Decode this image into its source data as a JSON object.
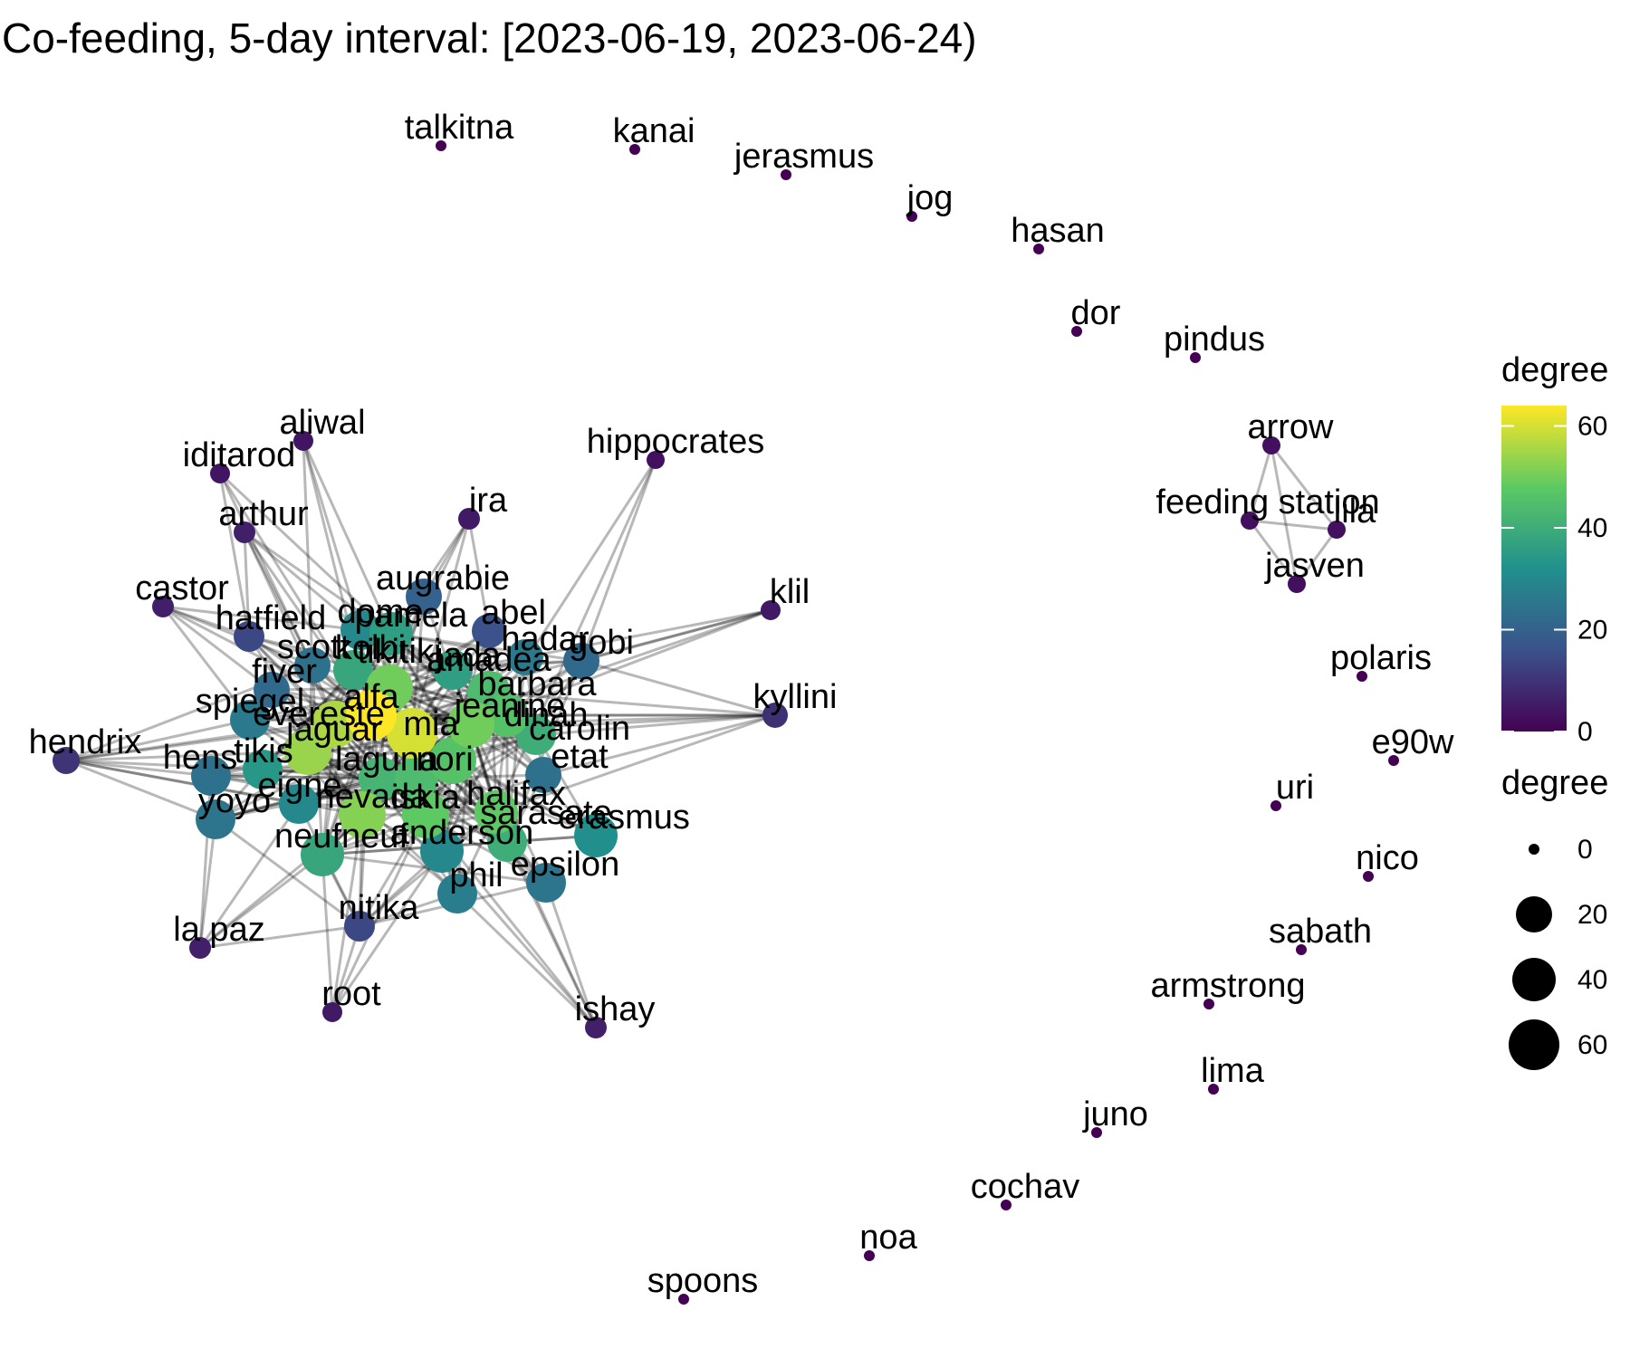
{
  "title": "Co-feeding, 5-day interval: [2023-06-19, 2023-06-24)",
  "legend": {
    "color_title": "degree",
    "color_ticks": [
      "60",
      "40",
      "20",
      "0"
    ],
    "color_range": [
      0,
      64
    ],
    "color_scale": [
      "#440154",
      "#3b528b",
      "#21908d",
      "#5dc963",
      "#fde725"
    ],
    "size_title": "degree",
    "size_ticks": [
      "0",
      "20",
      "40",
      "60"
    ]
  },
  "chart_data": {
    "type": "network",
    "nodes": [
      {
        "name": "talkitna",
        "degree": 0
      },
      {
        "name": "kanai",
        "degree": 0
      },
      {
        "name": "jerasmus",
        "degree": 0
      },
      {
        "name": "jog",
        "degree": 0
      },
      {
        "name": "hasan",
        "degree": 0
      },
      {
        "name": "dor",
        "degree": 0
      },
      {
        "name": "pindus",
        "degree": 0
      },
      {
        "name": "arrow",
        "degree": 3
      },
      {
        "name": "feeding station",
        "degree": 3
      },
      {
        "name": "lila",
        "degree": 3
      },
      {
        "name": "jasven",
        "degree": 3
      },
      {
        "name": "polaris",
        "degree": 0
      },
      {
        "name": "e90w",
        "degree": 0
      },
      {
        "name": "uri",
        "degree": 0
      },
      {
        "name": "nico",
        "degree": 0
      },
      {
        "name": "sabath",
        "degree": 0
      },
      {
        "name": "armstrong",
        "degree": 0
      },
      {
        "name": "lima",
        "degree": 0
      },
      {
        "name": "juno",
        "degree": 0
      },
      {
        "name": "cochav",
        "degree": 0
      },
      {
        "name": "noa",
        "degree": 0
      },
      {
        "name": "spoons",
        "degree": 0
      },
      {
        "name": "aliwal",
        "degree": 4
      },
      {
        "name": "iditarod",
        "degree": 4
      },
      {
        "name": "arthur",
        "degree": 6
      },
      {
        "name": "castor",
        "degree": 6
      },
      {
        "name": "hippocrates",
        "degree": 3
      },
      {
        "name": "ira",
        "degree": 5
      },
      {
        "name": "klil",
        "degree": 5
      },
      {
        "name": "kyllini",
        "degree": 9
      },
      {
        "name": "hendrix",
        "degree": 10
      },
      {
        "name": "la paz",
        "degree": 6
      },
      {
        "name": "root",
        "degree": 5
      },
      {
        "name": "ishay",
        "degree": 6
      },
      {
        "name": "nitika",
        "degree": 14
      },
      {
        "name": "augrabie",
        "degree": 20
      },
      {
        "name": "abel",
        "degree": 16
      },
      {
        "name": "hatfield",
        "degree": 14
      },
      {
        "name": "dome",
        "degree": 30
      },
      {
        "name": "pamela",
        "degree": 36
      },
      {
        "name": "gobi",
        "degree": 22
      },
      {
        "name": "hadar",
        "degree": 26
      },
      {
        "name": "scott",
        "degree": 24
      },
      {
        "name": "fiver",
        "degree": 22
      },
      {
        "name": "spiegel",
        "degree": 26
      },
      {
        "name": "hens",
        "degree": 24
      },
      {
        "name": "yoyo",
        "degree": 25
      },
      {
        "name": "etat",
        "degree": 24
      },
      {
        "name": "erasmus",
        "degree": 32
      },
      {
        "name": "epsilon",
        "degree": 25
      },
      {
        "name": "phil",
        "degree": 27
      },
      {
        "name": "neufneuf",
        "degree": 38
      },
      {
        "name": "anderson",
        "degree": 30
      },
      {
        "name": "halifax",
        "degree": 48
      },
      {
        "name": "nevada",
        "degree": 52
      },
      {
        "name": "eigne",
        "degree": 30
      },
      {
        "name": "tikis",
        "degree": 34
      },
      {
        "name": "carolin",
        "degree": 40
      },
      {
        "name": "amadea",
        "degree": 44
      },
      {
        "name": "barbara",
        "degree": 46
      },
      {
        "name": "jeanine",
        "degree": 50
      },
      {
        "name": "evereste",
        "degree": 56
      },
      {
        "name": "jaguar",
        "degree": 54
      },
      {
        "name": "iskia",
        "degree": 48
      },
      {
        "name": "sarasate",
        "degree": 40
      },
      {
        "name": "alfa",
        "degree": 64
      },
      {
        "name": "mia",
        "degree": 60
      },
      {
        "name": "tikitiki",
        "degree": 50
      },
      {
        "name": "dinah",
        "degree": 46
      },
      {
        "name": "laguna",
        "degree": 42
      },
      {
        "name": "nori",
        "degree": 44
      },
      {
        "name": "kolbi",
        "degree": 38
      },
      {
        "name": "jada",
        "degree": 36
      }
    ]
  }
}
